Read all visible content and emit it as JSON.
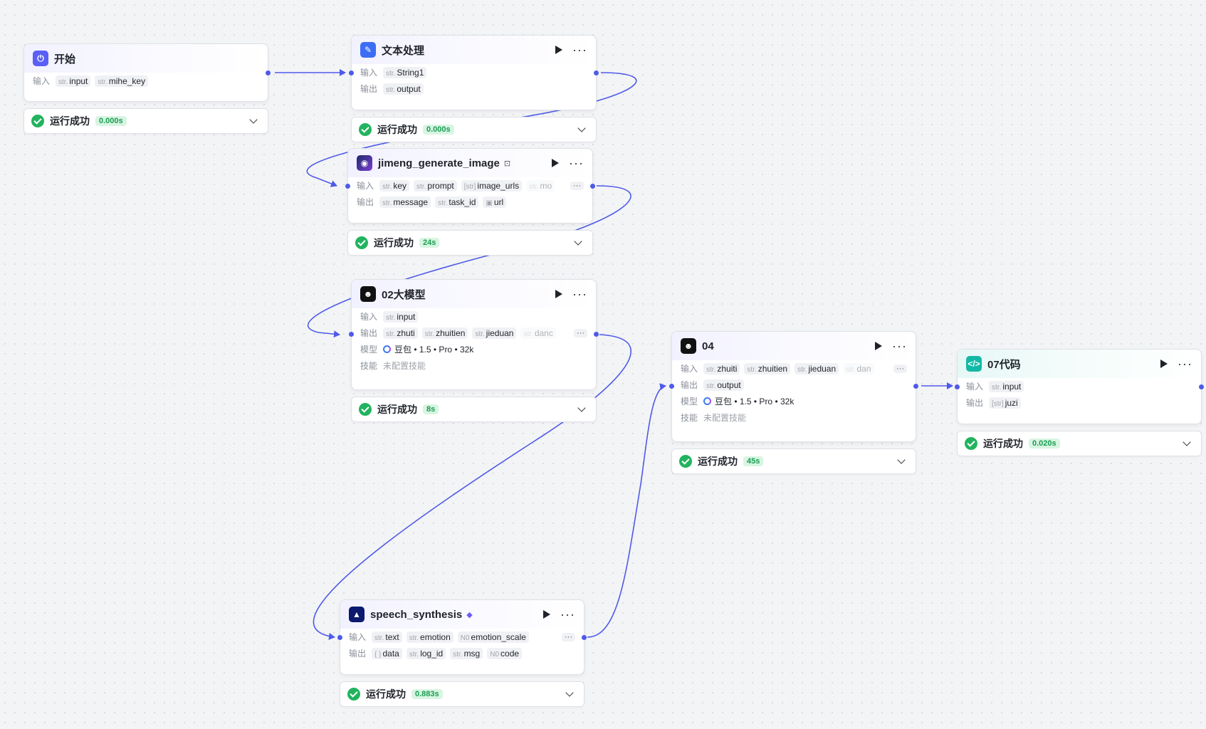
{
  "labels": {
    "input": "输入",
    "output": "输出",
    "model": "模型",
    "skill": "技能"
  },
  "status_text": "运行成功",
  "nodes": {
    "start": {
      "title": "开始",
      "inputs": [
        {
          "t": "str.",
          "n": "input"
        },
        {
          "t": "str.",
          "n": "mihe_key"
        }
      ],
      "time": "0.000s"
    },
    "text": {
      "title": "文本处理",
      "inputs": [
        {
          "t": "str.",
          "n": "String1"
        }
      ],
      "outputs": [
        {
          "t": "str.",
          "n": "output"
        }
      ],
      "time": "0.000s"
    },
    "jimeng": {
      "title": "jimeng_generate_image",
      "inputs": [
        {
          "t": "str.",
          "n": "key"
        },
        {
          "t": "str.",
          "n": "prompt"
        },
        {
          "t": "[str]",
          "n": "image_urls"
        },
        {
          "t": "str.",
          "n": "mo"
        }
      ],
      "outputs": [
        {
          "t": "str.",
          "n": "message"
        },
        {
          "t": "str.",
          "n": "task_id"
        },
        {
          "t": "▣",
          "n": "url"
        }
      ],
      "time": "24s"
    },
    "llm02": {
      "title": "02大模型",
      "inputs": [
        {
          "t": "str.",
          "n": "input"
        }
      ],
      "outputs": [
        {
          "t": "str.",
          "n": "zhuti"
        },
        {
          "t": "str.",
          "n": "zhuitien"
        },
        {
          "t": "str.",
          "n": "jieduan"
        },
        {
          "t": "str.",
          "n": "danc"
        }
      ],
      "model": "豆包 • 1.5 • Pro • 32k",
      "skill": "未配置技能",
      "time": "8s"
    },
    "n04": {
      "title": "04",
      "inputs": [
        {
          "t": "str.",
          "n": "zhuiti"
        },
        {
          "t": "str.",
          "n": "zhuitien"
        },
        {
          "t": "str.",
          "n": "jieduan"
        },
        {
          "t": "str.",
          "n": "dan"
        }
      ],
      "outputs": [
        {
          "t": "str.",
          "n": "output"
        }
      ],
      "model": "豆包 • 1.5 • Pro • 32k",
      "skill": "未配置技能",
      "time": "45s"
    },
    "speech": {
      "title": "speech_synthesis",
      "inputs": [
        {
          "t": "str.",
          "n": "text"
        },
        {
          "t": "str.",
          "n": "emotion"
        },
        {
          "t": "N0",
          "n": "emotion_scale"
        }
      ],
      "outputs": [
        {
          "t": "{ }",
          "n": "data"
        },
        {
          "t": "str.",
          "n": "log_id"
        },
        {
          "t": "str.",
          "n": "msg"
        },
        {
          "t": "N0",
          "n": "code"
        }
      ],
      "time": "0.883s"
    },
    "code07": {
      "title": "07代码",
      "inputs": [
        {
          "t": "str.",
          "n": "input"
        }
      ],
      "outputs": [
        {
          "t": "[str]",
          "n": "juzi"
        }
      ],
      "time": "0.020s"
    }
  },
  "ellipsis": "···",
  "accent_color": "#4e5ae8",
  "success_color": "#22b35e"
}
